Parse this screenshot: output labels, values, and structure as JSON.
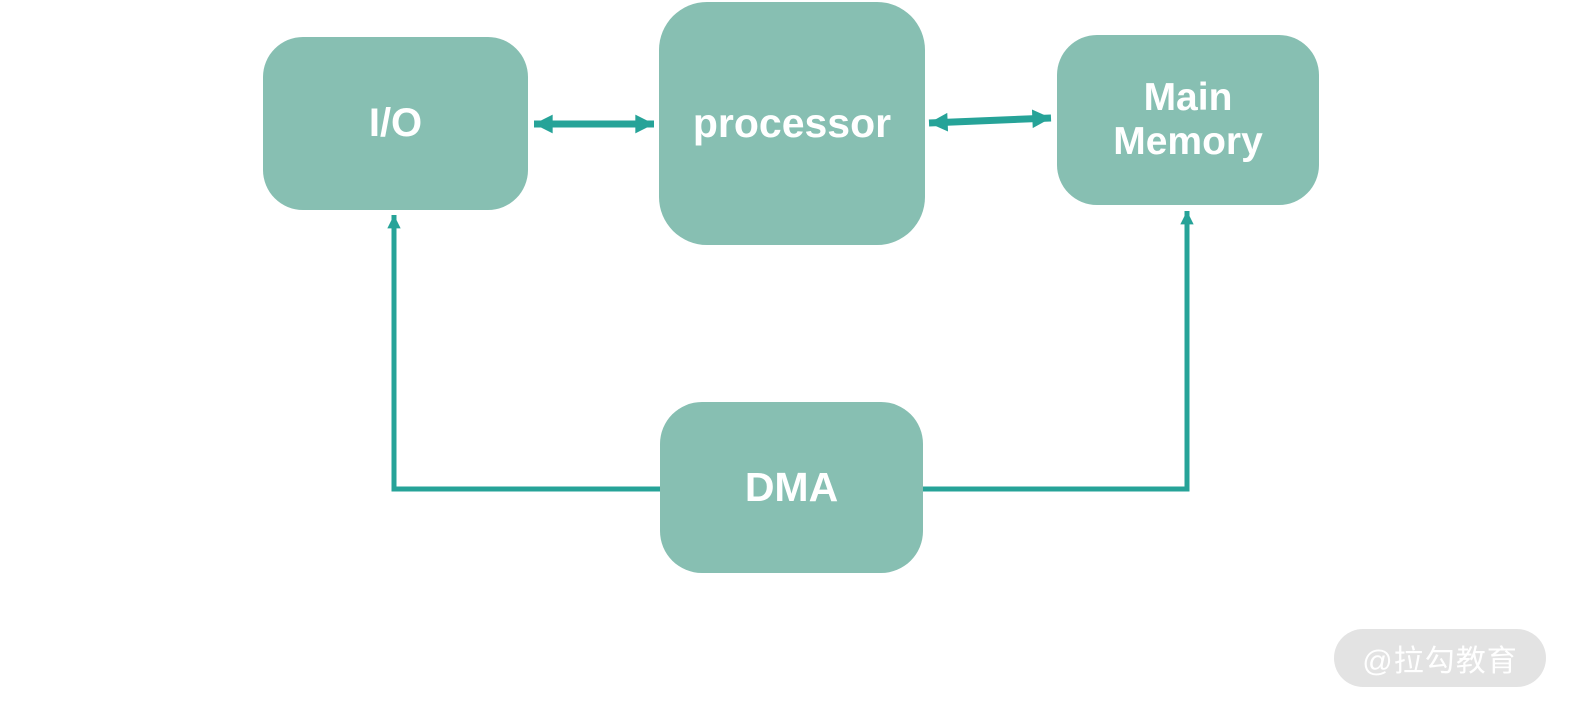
{
  "diagram": {
    "nodes": {
      "io": {
        "label": "I/O"
      },
      "processor": {
        "label": "processor"
      },
      "main_memory": {
        "label": "Main Memory",
        "line1": "Main",
        "line2": "Memory"
      },
      "dma": {
        "label": "DMA"
      }
    },
    "edges": [
      {
        "from": "io",
        "to": "processor",
        "direction": "bidirectional",
        "style": "double-headed-arrow"
      },
      {
        "from": "processor",
        "to": "main_memory",
        "direction": "bidirectional",
        "style": "double-headed-arrow"
      },
      {
        "from": "dma",
        "to": "io",
        "direction": "one-way",
        "style": "elbow-arrow"
      },
      {
        "from": "dma",
        "to": "main_memory",
        "direction": "one-way",
        "style": "elbow-arrow"
      }
    ],
    "colors": {
      "node_fill": "#87BFB2",
      "node_text": "#FFFFFF",
      "connector": "#26A398",
      "background": "#FFFFFF"
    }
  },
  "watermark": {
    "label": "@拉勾教育",
    "background": "#E3E3E3",
    "text_color": "#FFFFFF"
  }
}
